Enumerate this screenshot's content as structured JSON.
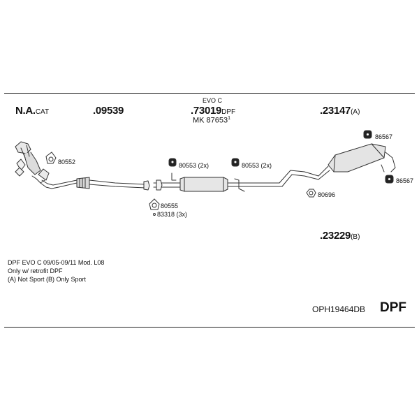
{
  "parts": {
    "cat": {
      "number": "N.A.",
      "suffix": "CAT"
    },
    "front_pipe": {
      "number": ".09539"
    },
    "dpf": {
      "caption": "EVO C",
      "number": ".73019",
      "suffix": "DPF",
      "mk": "MK 87653",
      "mk_sup": "1"
    },
    "rear": {
      "number": ".23147",
      "suffix": "(A)"
    },
    "rear_b": {
      "number": ".23229",
      "suffix": "(B)"
    }
  },
  "fittings": {
    "f80552": "80552",
    "f80553a": "80553 (2x)",
    "f80553b": "80553 (2x)",
    "f80555": "80555",
    "f83318": "83318 (3x)",
    "f86567a": "86567",
    "f86567b": "86567",
    "f80696": "80696"
  },
  "notes": {
    "line1": "DPF EVO C   09/05-09/11   Mod. L08",
    "line2": "Only w/ retrofit DPF",
    "line3": "(A) Not Sport (B) Only Sport"
  },
  "footer": {
    "code": "OPH19464DB",
    "type": "DPF"
  }
}
